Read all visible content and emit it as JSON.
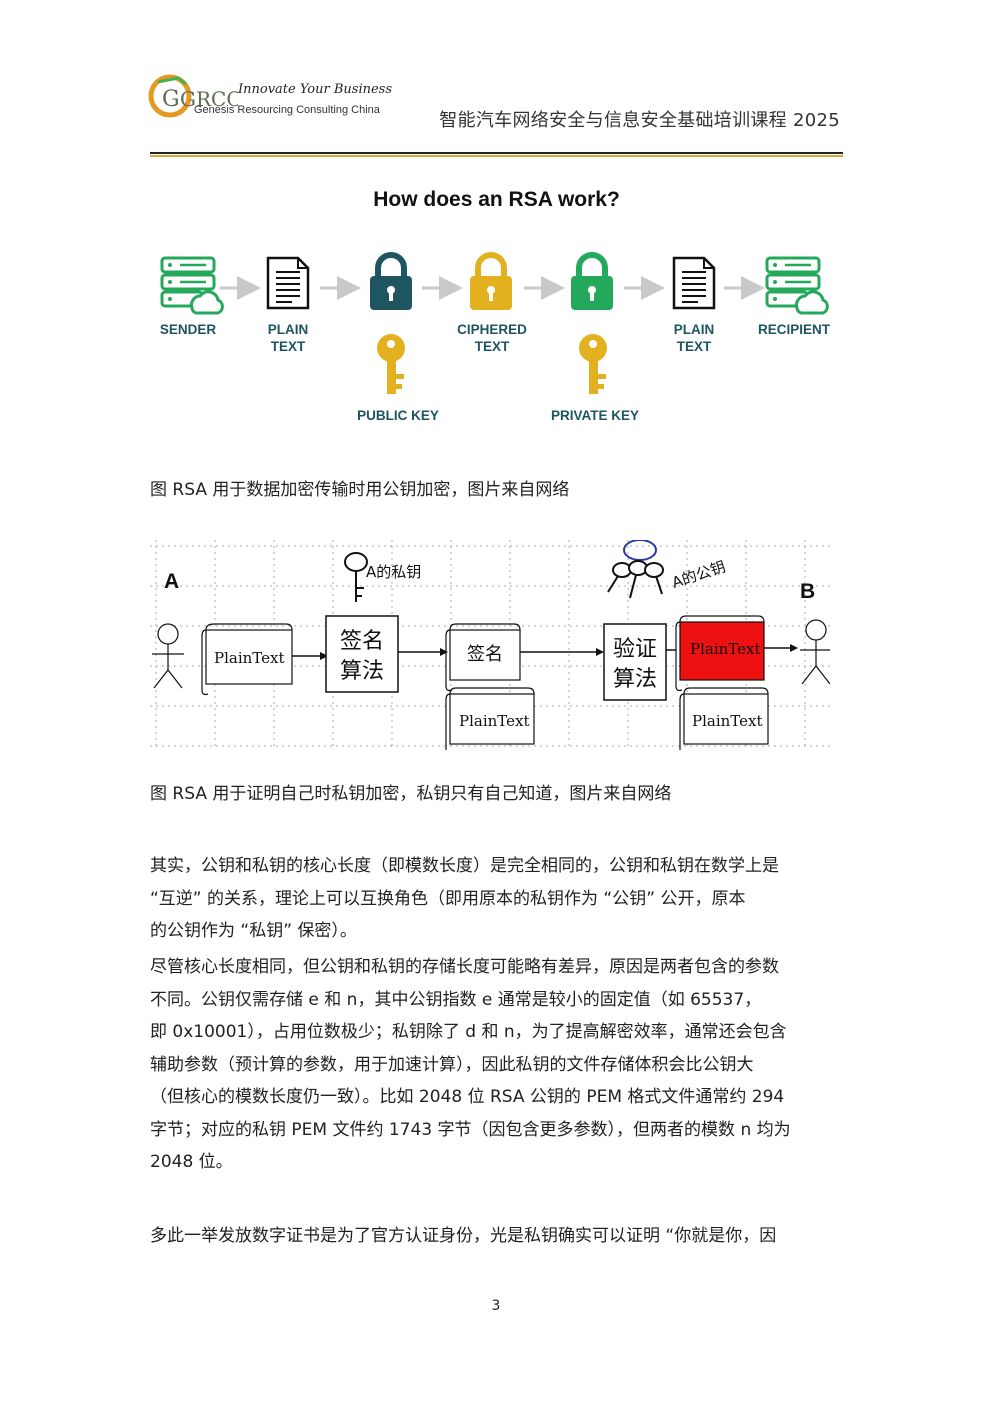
{
  "header": {
    "logo_letters": "GRCC",
    "logo_tagline": "Innovate Your Business",
    "logo_company": "Genesis Resourcing Consulting China",
    "course_title": "智能汽车网络安全与信息安全基础培训课程 2025"
  },
  "figure1": {
    "title": "How does an RSA work?",
    "sender_label": "SENDER",
    "plain_text_label_1": "PLAIN",
    "plain_text_label_2": "TEXT",
    "ciphered_label_1": "CIPHERED",
    "ciphered_label_2": "TEXT",
    "recipient_label": "RECIPIENT",
    "public_key_label": "PUBLIC KEY",
    "private_key_label": "PRIVATE KEY",
    "caption": "图 RSA 用于数据加密传输时用公钥加密，图片来自网络"
  },
  "figure2": {
    "party_a": "A",
    "party_b": "B",
    "a_private_key": "A的私钥",
    "a_public_key": "A的公钥",
    "plaintext": "PlainText",
    "sign_algo_1": "签名",
    "sign_algo_2": "算法",
    "signature": "签名",
    "verify_algo_1": "验证",
    "verify_algo_2": "算法",
    "caption": "图 RSA 用于证明自己时私钥加密，私钥只有自己知道，图片来自网络"
  },
  "body": {
    "para1_line1": "其实，公钥和私钥的核心长度（即模数长度）是完全相同的，公钥和私钥在数学上是",
    "para1_line2": "“互逆” 的关系，理论上可以互换角色（即用原本的私钥作为 “公钥” 公开，原本",
    "para1_line3": "的公钥作为 “私钥” 保密）。",
    "para2_line1": "尽管核心长度相同，但公钥和私钥的存储长度可能略有差异，原因是两者包含的参数",
    "para2_line2": "不同。公钥仅需存储 e 和 n，其中公钥指数 e 通常是较小的固定值（如 65537，",
    "para2_line3": "即 0x10001），占用位数极少；私钥除了 d 和 n，为了提高解密效率，通常还会包含",
    "para2_line4": "辅助参数（预计算的参数，用于加速计算），因此私钥的文件存储体积会比公钥大",
    "para2_line5": "（但核心的模数长度仍一致）。比如 2048 位 RSA 公钥的 PEM 格式文件通常约 294",
    "para2_line6": "字节；对应的私钥 PEM 文件约 1743 字节（因包含更多参数），但两者的模数 n 均为",
    "para2_line7": "2048 位。",
    "para3_line1": "多此一举发放数字证书是为了官方认证身份，光是私钥确实可以证明 “你就是你，因"
  },
  "page_number": "3",
  "colors": {
    "green": "#23a85c",
    "teal": "#1e5560",
    "gold": "#e3b11f",
    "red": "#ee1111",
    "header_orange": "#e0a33a"
  }
}
